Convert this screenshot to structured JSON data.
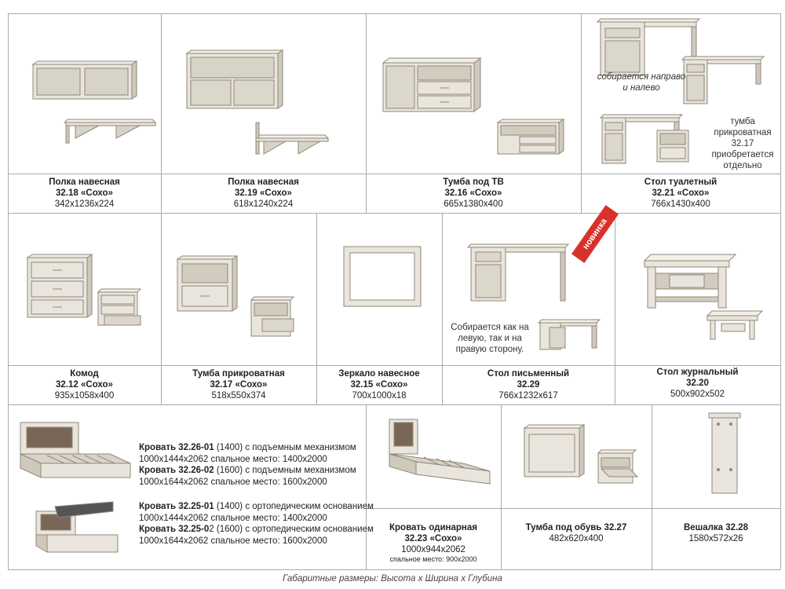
{
  "row1": [
    {
      "name": "Полка навесная",
      "code": "32.18 «Сохо»",
      "dims": "342х1236х224"
    },
    {
      "name": "Полка навесная",
      "code": "32.19 «Сохо»",
      "dims": "618х1240х224"
    },
    {
      "name": "Тумба под ТВ",
      "code": "32.16 «Сохо»",
      "dims": "665х1380х400"
    },
    {
      "name": "Стол туалетный",
      "code": "32.21 «Сохо»",
      "dims": "766х1430х400"
    }
  ],
  "row1_notes": {
    "assembles": "собирается направо и налево",
    "nightstand_line1": "тумба",
    "nightstand_line2": "прикроватная 32.17",
    "nightstand_line3": "приобретается",
    "nightstand_line4": "отдельно"
  },
  "row2": [
    {
      "name": "Комод",
      "code": "32.12 «Сохо»",
      "dims": "935х1058х400"
    },
    {
      "name": "Тумба прикроватная",
      "code": "32.17 «Сохо»",
      "dims": "518х550х374"
    },
    {
      "name": "Зеркало навесное",
      "code": "32.15 «Сохо»",
      "dims": "700х1000х18"
    },
    {
      "name": "Стол письменный",
      "code": "32.29",
      "dims": "766х1232х617"
    },
    {
      "name": "Стол журнальный",
      "code": "32.20",
      "dims": "500х902х502"
    }
  ],
  "row2_notes": {
    "desk_line1": "Собирается как на",
    "desk_line2": "левую, так и на",
    "desk_line3": "правую сторону.",
    "new_badge": "новинка"
  },
  "beds": [
    {
      "model": "Кровать 32.26-01",
      "size": "(1400)",
      "desc": "с подъемным механизмом",
      "dims": "1000х1444х2062 спальное место: 1400х2000"
    },
    {
      "model": "Кровать 32.26-02",
      "size": "(1600)",
      "desc": "с подъемным механизмом",
      "dims": "1000х1644х2062 спальное место: 1600х2000"
    },
    {
      "model": "Кровать 32.25-01",
      "size": "(1400)",
      "desc": "с ортопедическим основанием",
      "dims": "1000х1444х2062 спальное место: 1400х2000"
    },
    {
      "model": "Кровать 32.25-0",
      "size": "2 (1600)",
      "desc": "с ортопедическим основанием",
      "dims": "1000х1644х2062 спальное место: 1600х2000"
    }
  ],
  "row3": {
    "single_bed": {
      "name": "Кровать одинарная",
      "code": "32.23 «Сохо»",
      "dims": "1000х944х2062",
      "sleep": "спальное место: 900х2000"
    },
    "shoe_cabinet": {
      "name": "Тумба под обувь 32.27",
      "dims": "482х620х400"
    },
    "hanger": {
      "name": "Вешалка 32.28",
      "dims": "1580х572х26"
    }
  },
  "footer": "Габаритные размеры: Высота х Ширина х Глубина",
  "colors": {
    "furniture": "#e9e5dc",
    "furniture_dark": "#cfc9bc",
    "outline": "#8f887a",
    "grid": "#a9a9a9",
    "badge": "#d8312a"
  }
}
